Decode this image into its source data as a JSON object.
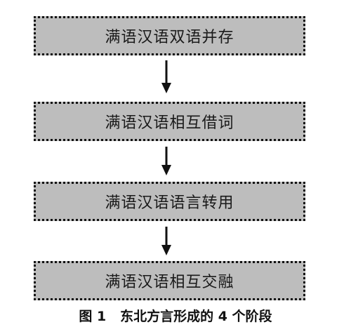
{
  "stages": [
    {
      "label": "满语汉语双语并存"
    },
    {
      "label": "满语汉语相互借词"
    },
    {
      "label": "满语汉语语言转用"
    },
    {
      "label": "满语汉语相互交融"
    }
  ],
  "caption": {
    "text": "图 1   东北方言形成的 4 个阶段"
  }
}
